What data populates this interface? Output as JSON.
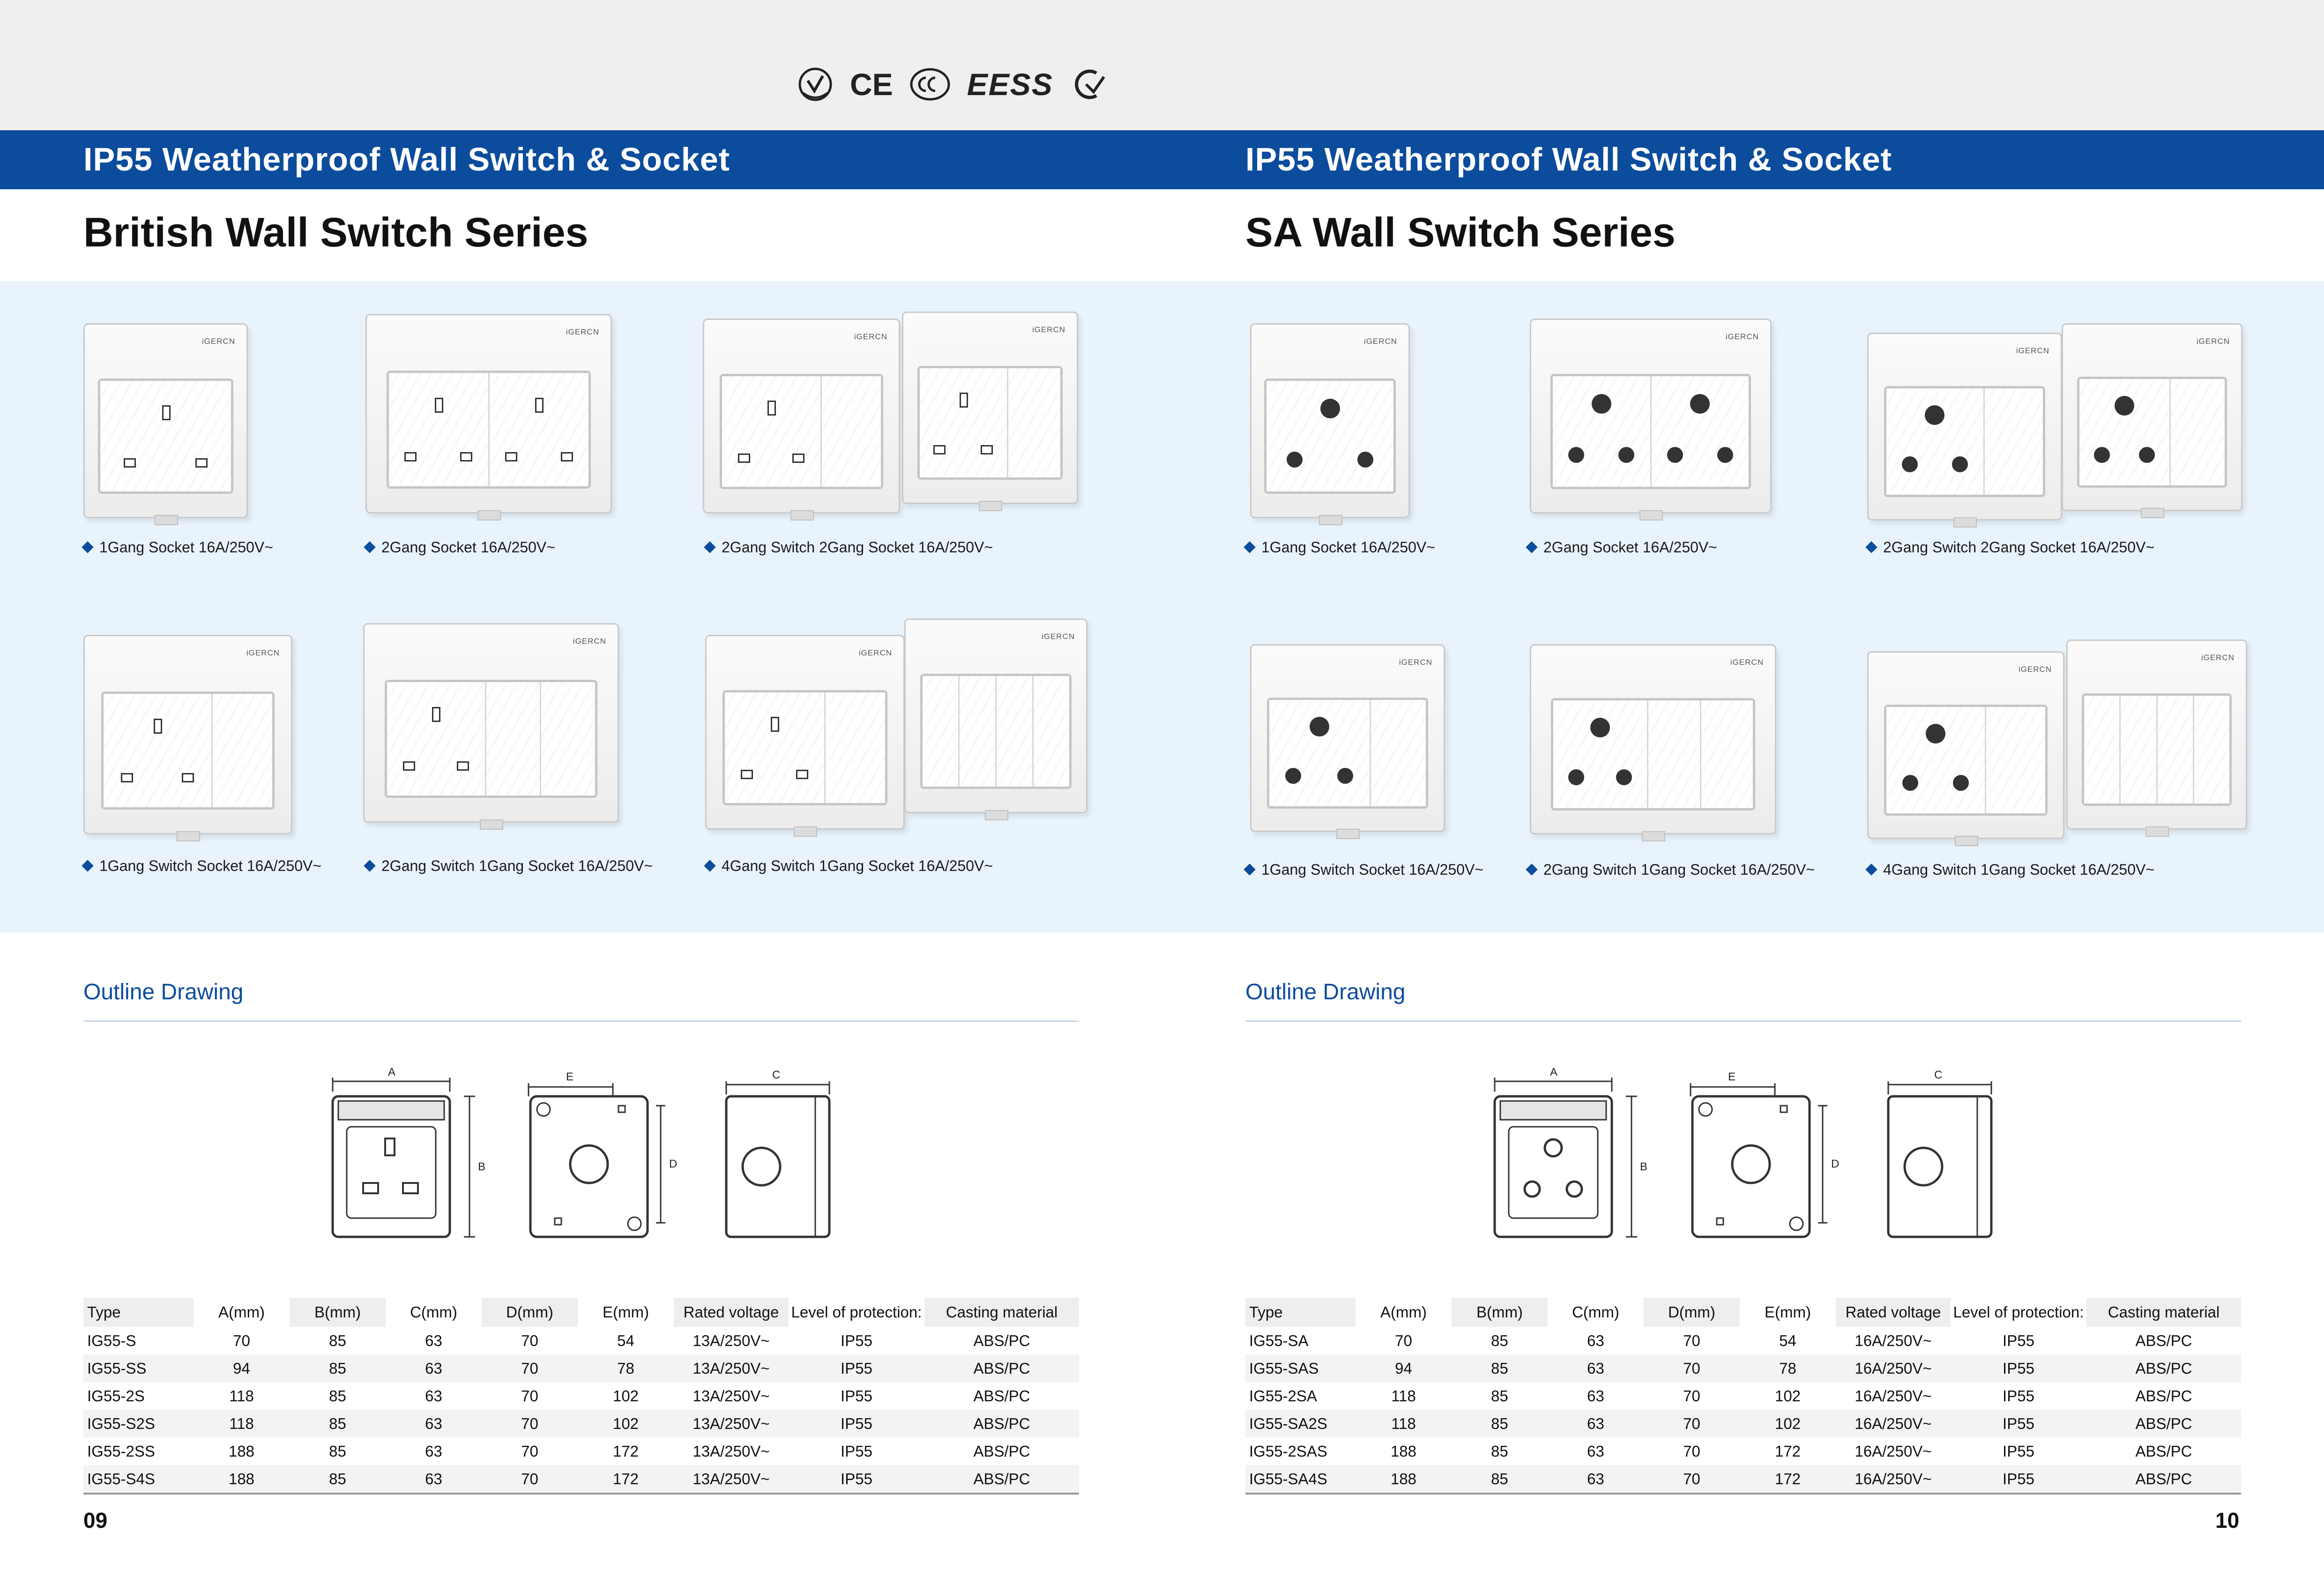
{
  "certifications": [
    "ccc-v-icon",
    "ce-mark-icon",
    "ccc-icon",
    "eess-mark-icon",
    "c-tick-icon"
  ],
  "certification_texts": {
    "ce": "CE",
    "eess": "EESS"
  },
  "left": {
    "banner": "IP55 Weatherproof Wall Switch & Socket",
    "series": "British Wall Switch Series",
    "brand": "iGERCN",
    "products": [
      "1Gang Socket 16A/250V~",
      "2Gang Socket 16A/250V~",
      "2Gang Switch 2Gang Socket 16A/250V~",
      "1Gang Switch Socket 16A/250V~",
      "2Gang Switch 1Gang Socket 16A/250V~",
      "4Gang Switch 1Gang Socket 16A/250V~"
    ],
    "outline_title": "Outline Drawing",
    "dim_labels": {
      "a": "A",
      "b": "B",
      "c": "C",
      "d": "D",
      "e": "E"
    },
    "table": {
      "headers": [
        "Type",
        "A(mm)",
        "B(mm)",
        "C(mm)",
        "D(mm)",
        "E(mm)",
        "Rated voltage",
        "Level of protection:",
        "Casting material"
      ],
      "rows": [
        [
          "IG55-S",
          "70",
          "85",
          "63",
          "70",
          "54",
          "13A/250V~",
          "IP55",
          "ABS/PC"
        ],
        [
          "IG55-SS",
          "94",
          "85",
          "63",
          "70",
          "78",
          "13A/250V~",
          "IP55",
          "ABS/PC"
        ],
        [
          "IG55-2S",
          "118",
          "85",
          "63",
          "70",
          "102",
          "13A/250V~",
          "IP55",
          "ABS/PC"
        ],
        [
          "IG55-S2S",
          "118",
          "85",
          "63",
          "70",
          "102",
          "13A/250V~",
          "IP55",
          "ABS/PC"
        ],
        [
          "IG55-2SS",
          "188",
          "85",
          "63",
          "70",
          "172",
          "13A/250V~",
          "IP55",
          "ABS/PC"
        ],
        [
          "IG55-S4S",
          "188",
          "85",
          "63",
          "70",
          "172",
          "13A/250V~",
          "IP55",
          "ABS/PC"
        ]
      ]
    },
    "page_number": "09"
  },
  "right": {
    "banner": "IP55 Weatherproof Wall Switch & Socket",
    "series": "SA Wall Switch Series",
    "brand": "iGERCN",
    "products": [
      "1Gang Socket 16A/250V~",
      "2Gang Socket 16A/250V~",
      "2Gang Switch 2Gang Socket 16A/250V~",
      "1Gang Switch Socket 16A/250V~",
      "2Gang Switch 1Gang Socket 16A/250V~",
      "4Gang Switch 1Gang Socket 16A/250V~"
    ],
    "outline_title": "Outline Drawing",
    "dim_labels": {
      "a": "A",
      "b": "B",
      "c": "C",
      "d": "D",
      "e": "E"
    },
    "table": {
      "headers": [
        "Type",
        "A(mm)",
        "B(mm)",
        "C(mm)",
        "D(mm)",
        "E(mm)",
        "Rated voltage",
        "Level of protection:",
        "Casting material"
      ],
      "rows": [
        [
          "IG55-SA",
          "70",
          "85",
          "63",
          "70",
          "54",
          "16A/250V~",
          "IP55",
          "ABS/PC"
        ],
        [
          "IG55-SAS",
          "94",
          "85",
          "63",
          "70",
          "78",
          "16A/250V~",
          "IP55",
          "ABS/PC"
        ],
        [
          "IG55-2SA",
          "118",
          "85",
          "63",
          "70",
          "102",
          "16A/250V~",
          "IP55",
          "ABS/PC"
        ],
        [
          "IG55-SA2S",
          "118",
          "85",
          "63",
          "70",
          "102",
          "16A/250V~",
          "IP55",
          "ABS/PC"
        ],
        [
          "IG55-2SAS",
          "188",
          "85",
          "63",
          "70",
          "172",
          "16A/250V~",
          "IP55",
          "ABS/PC"
        ],
        [
          "IG55-SA4S",
          "188",
          "85",
          "63",
          "70",
          "172",
          "16A/250V~",
          "IP55",
          "ABS/PC"
        ]
      ]
    },
    "page_number": "10"
  }
}
